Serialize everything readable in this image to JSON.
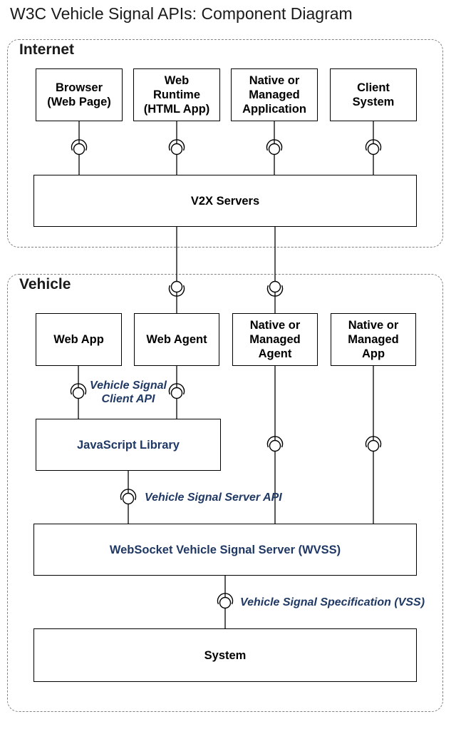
{
  "title": "W3C Vehicle Signal APIs: Component Diagram",
  "colors": {
    "navy": "#1f3864",
    "line": "#000000",
    "container_border": "#828282"
  },
  "internet": {
    "label": "Internet",
    "components": [
      "Browser\n(Web Page)",
      "Web\nRuntime\n(HTML App)",
      "Native or\nManaged\nApplication",
      "Client\nSystem"
    ],
    "server": "V2X Servers"
  },
  "vehicle": {
    "label": "Vehicle",
    "components": [
      "Web App",
      "Web Agent",
      "Native or\nManaged\nAgent",
      "Native or\nManaged\nApp"
    ],
    "js_library": "JavaScript Library",
    "wvss": "WebSocket Vehicle Signal Server (WVSS)",
    "system": "System",
    "client_api_label": "Vehicle Signal\nClient API",
    "server_api_label": "Vehicle Signal Server API",
    "vss_label": "Vehicle Signal Specification (VSS)"
  }
}
